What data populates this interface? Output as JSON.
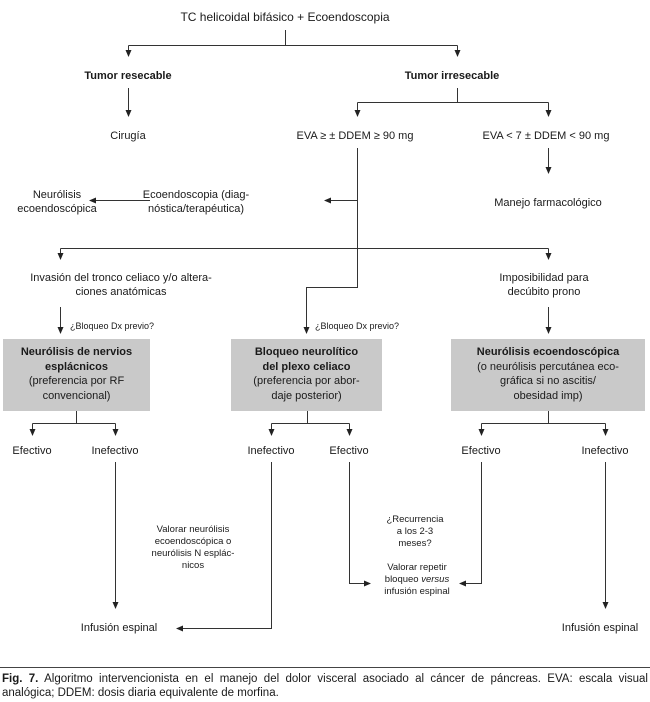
{
  "figure": {
    "title": "TC helicoidal bifásico + Ecoendoscopia",
    "caption_label": "Fig. 7.",
    "caption_text": " Algoritmo intervencionista en el manejo del dolor visceral asociado al cáncer de páncreas. EVA: escala visual analógica; DDEM: dosis diaria equivalente de morfina."
  },
  "nodes": {
    "tumor_resecable": "Tumor resecable",
    "tumor_irresecable": "Tumor irresecable",
    "cirugia": "Cirugía",
    "eva_alto": "EVA ≥ ± DDEM ≥ 90 mg",
    "eva_bajo": "EVA < 7 ± DDEM < 90 mg",
    "neurolisis_eco_l1": "Neurólisis",
    "neurolisis_eco_l2": "ecoendoscópica",
    "ecoendoscopia_l1": "Ecoendoscopia (diag-",
    "ecoendoscopia_l2": "nóstica/terapéutica)",
    "manejo_farmacologico": "Manejo farmacológico",
    "invasion_l1": "Invasión del tronco celiaco y/o altera-",
    "invasion_l2": "ciones anatómicas",
    "imposibilidad_l1": "Imposibilidad para",
    "imposibilidad_l2": "decúbito prono",
    "bloqueo_dx_previo": "¿Bloqueo Dx previo?"
  },
  "boxes": {
    "esplacnicos": {
      "l1": "Neurólisis de nervios",
      "l2": "esplácnicos",
      "l3": "(preferencia por RF",
      "l4": "convencional)"
    },
    "plexo_celiaco": {
      "l1": "Bloqueo neurolítico",
      "l2": "del plexo celiaco",
      "l3": "(preferencia por abor-",
      "l4": "daje posterior)"
    },
    "ecoendoscopica": {
      "l1": "Neurólisis ecoendoscópica",
      "l2": "(o neurólisis percutánea eco-",
      "l3": "gráfica si no ascitis/",
      "l4": "obesidad imp)"
    }
  },
  "outcomes": {
    "efectivo": "Efectivo",
    "inefectivo": "Inefectivo"
  },
  "annotations": {
    "valorar_neurolisis": [
      "Valorar neurólisis",
      "ecoendoscópica o",
      "neurólisis N esplác-",
      "nicos"
    ],
    "recurrencia": [
      "¿Recurrencia",
      "a los 2-3",
      "meses?"
    ],
    "valorar_repetir_l1": "Valorar repetir",
    "valorar_repetir_l2_pre": "bloqueo ",
    "valorar_repetir_l2_italic": "versus",
    "valorar_repetir_l3": "infusión espinal",
    "infusion_espinal": "Infusión espinal"
  },
  "colors": {
    "box_fill": "#c9c9c9",
    "line": "#333333",
    "text": "#1a1a1a"
  }
}
